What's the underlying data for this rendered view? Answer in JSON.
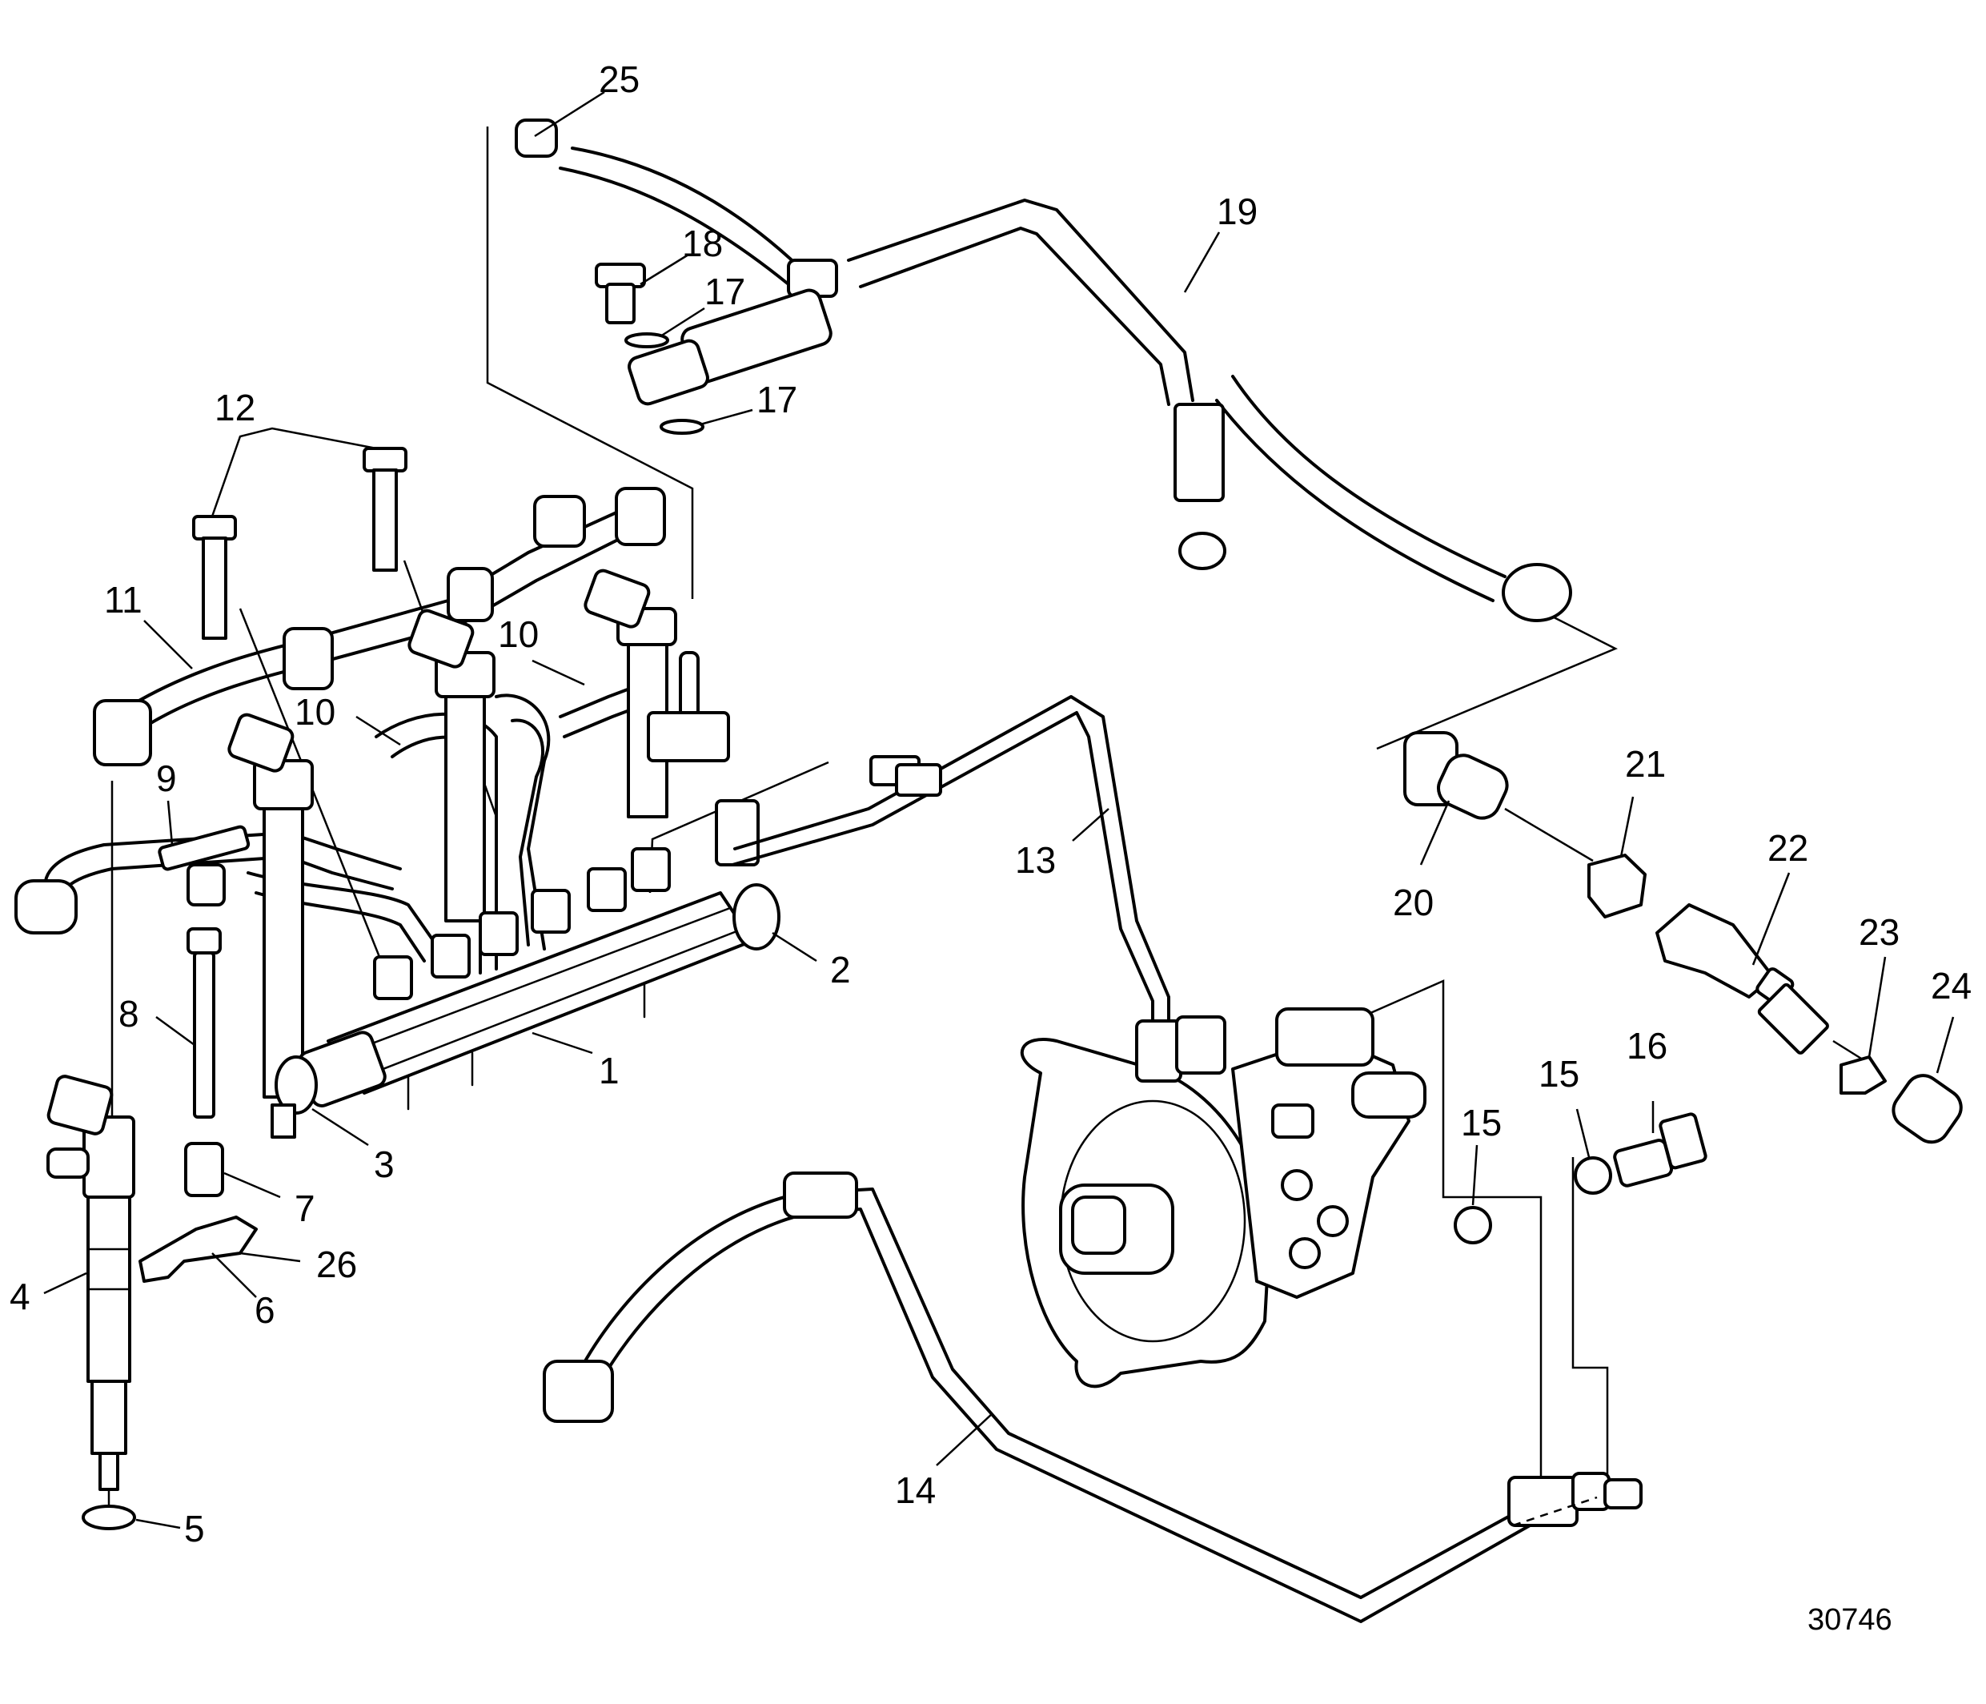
{
  "diagram": {
    "figure_number": "30746",
    "callouts": [
      {
        "id": "c1",
        "label": "1"
      },
      {
        "id": "c2",
        "label": "2"
      },
      {
        "id": "c3",
        "label": "3"
      },
      {
        "id": "c4",
        "label": "4"
      },
      {
        "id": "c5",
        "label": "5"
      },
      {
        "id": "c6",
        "label": "6"
      },
      {
        "id": "c7",
        "label": "7"
      },
      {
        "id": "c8",
        "label": "8"
      },
      {
        "id": "c9",
        "label": "9"
      },
      {
        "id": "c10a",
        "label": "10"
      },
      {
        "id": "c10b",
        "label": "10"
      },
      {
        "id": "c11",
        "label": "11"
      },
      {
        "id": "c12",
        "label": "12"
      },
      {
        "id": "c13",
        "label": "13"
      },
      {
        "id": "c14",
        "label": "14"
      },
      {
        "id": "c15a",
        "label": "15"
      },
      {
        "id": "c15b",
        "label": "15"
      },
      {
        "id": "c16",
        "label": "16"
      },
      {
        "id": "c17a",
        "label": "17"
      },
      {
        "id": "c17b",
        "label": "17"
      },
      {
        "id": "c18",
        "label": "18"
      },
      {
        "id": "c19",
        "label": "19"
      },
      {
        "id": "c20",
        "label": "20"
      },
      {
        "id": "c21",
        "label": "21"
      },
      {
        "id": "c22",
        "label": "22"
      },
      {
        "id": "c23",
        "label": "23"
      },
      {
        "id": "c24",
        "label": "24"
      },
      {
        "id": "c25",
        "label": "25"
      },
      {
        "id": "c26",
        "label": "26"
      }
    ]
  }
}
